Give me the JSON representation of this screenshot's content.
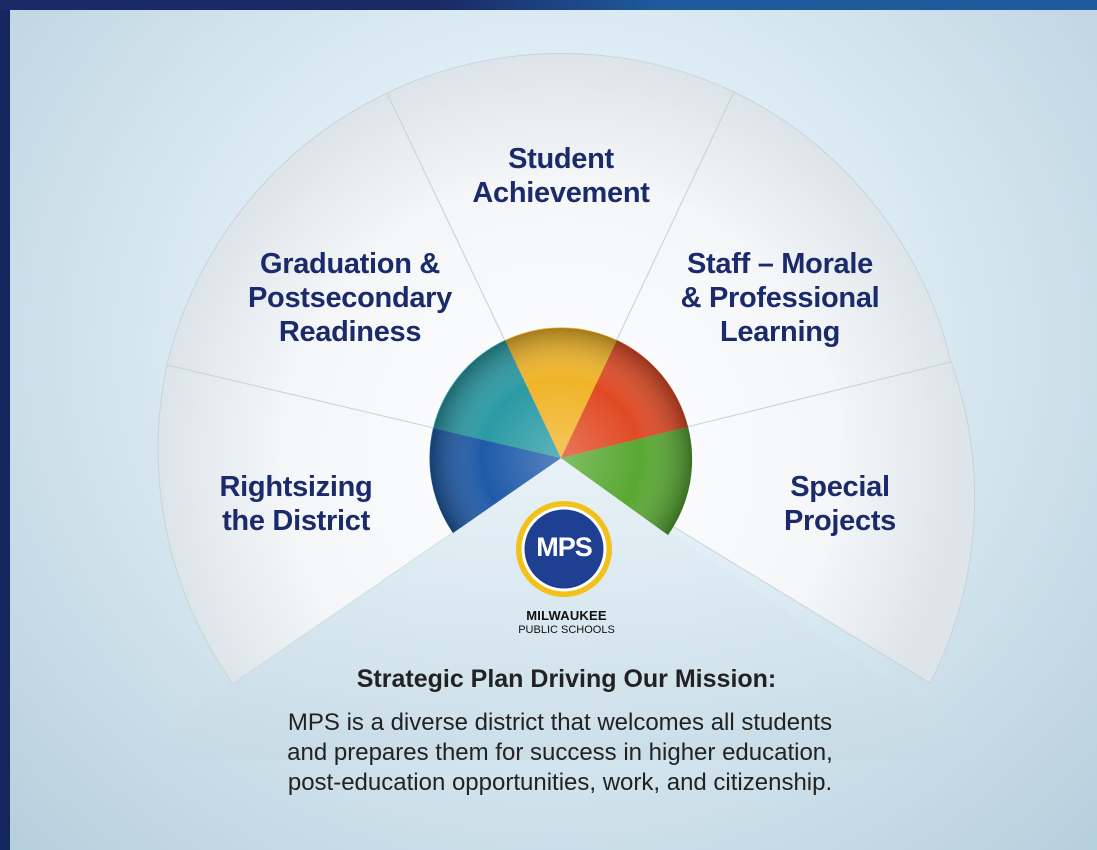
{
  "segments": [
    {
      "key": "student",
      "lines": [
        "Student",
        "Achievement"
      ],
      "color": "#f0b428"
    },
    {
      "key": "staff",
      "lines": [
        "Staff – Morale",
        "& Professional",
        "Learning"
      ],
      "color": "#e04a25"
    },
    {
      "key": "special",
      "lines": [
        "Special",
        "Projects"
      ],
      "color": "#58a832"
    },
    {
      "key": "rightsizing",
      "lines": [
        "Rightsizing",
        "the District"
      ],
      "color": "#1f5ba8"
    },
    {
      "key": "graduation",
      "lines": [
        "Graduation &",
        "Postsecondary",
        "Readiness"
      ],
      "color": "#2a9aa4"
    }
  ],
  "logo": {
    "abbr": "MPS",
    "name_line1": "MILWAUKEE",
    "name_line2": "PUBLIC SCHOOLS",
    "ring_color": "#f2c21b",
    "fill_color": "#1e3f92"
  },
  "mission": {
    "heading": "Strategic Plan Driving Our Mission:",
    "lines": [
      "MPS is a diverse district that welcomes all students",
      "and prepares them for success in higher education,",
      "post-education opportunities, work, and citizenship."
    ]
  },
  "colors": {
    "label_text": "#1b2a6b",
    "frame": "#14265e"
  }
}
